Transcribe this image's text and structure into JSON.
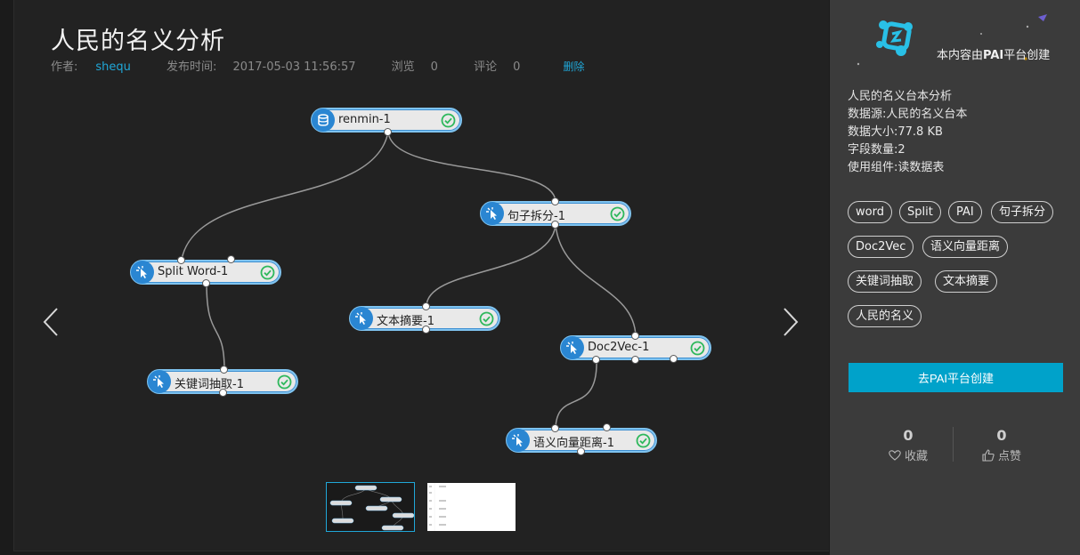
{
  "article": {
    "title": "人民的名义分析",
    "author_label": "作者:",
    "author": "shequ",
    "publish_label": "发布时间:",
    "publish_time": "2017-05-03 11:56:57",
    "views_label": "浏览",
    "views": "0",
    "comments_label": "评论",
    "comments": "0",
    "delete_label": "删除"
  },
  "graph": {
    "nodes": [
      {
        "id": "renmin",
        "label": "renmin-1",
        "icon": "database-icon",
        "status": "success"
      },
      {
        "id": "split",
        "label": "Split Word-1",
        "icon": "component-icon",
        "status": "success"
      },
      {
        "id": "juzi",
        "label": "句子拆分-1",
        "icon": "component-icon",
        "status": "success"
      },
      {
        "id": "wenben",
        "label": "文本摘要-1",
        "icon": "component-icon",
        "status": "success"
      },
      {
        "id": "doc2vec",
        "label": "Doc2Vec-1",
        "icon": "component-icon",
        "status": "success"
      },
      {
        "id": "guanjian",
        "label": "关键词抽取-1",
        "icon": "component-icon",
        "status": "success"
      },
      {
        "id": "yuyi",
        "label": "语义向量距离-1",
        "icon": "component-icon",
        "status": "success"
      }
    ],
    "edges": [
      [
        "renmin",
        "split"
      ],
      [
        "renmin",
        "juzi"
      ],
      [
        "split",
        "guanjian"
      ],
      [
        "juzi",
        "wenben"
      ],
      [
        "juzi",
        "doc2vec"
      ],
      [
        "doc2vec",
        "yuyi"
      ]
    ]
  },
  "nav": {
    "prev_icon": "chevron-left-icon",
    "next_icon": "chevron-right-icon"
  },
  "sidebar": {
    "brand_text_prefix": "本内容由",
    "brand_text_bold": "PAI",
    "brand_text_suffix": "平台创建",
    "info": [
      "人民的名义台本分析",
      "数据源:人民的名义台本",
      "数据大小:77.8 KB",
      "字段数量:2",
      "使用组件:读数据表"
    ],
    "tags": [
      "word",
      "Split",
      "PAI",
      "句子拆分",
      "Doc2Vec",
      "语义向量距离",
      "关键词抽取",
      "文本摘要",
      "人民的名义"
    ],
    "cta_label": "去PAI平台创建",
    "favorites_count": "0",
    "favorites_label": "收藏",
    "likes_count": "0",
    "likes_label": "点赞"
  },
  "colors": {
    "accent": "#20a7d8",
    "button": "#00a2ca",
    "node_border": "#7fc3ef",
    "node_icon": "#2a86d2",
    "ok": "#2eb85c"
  }
}
